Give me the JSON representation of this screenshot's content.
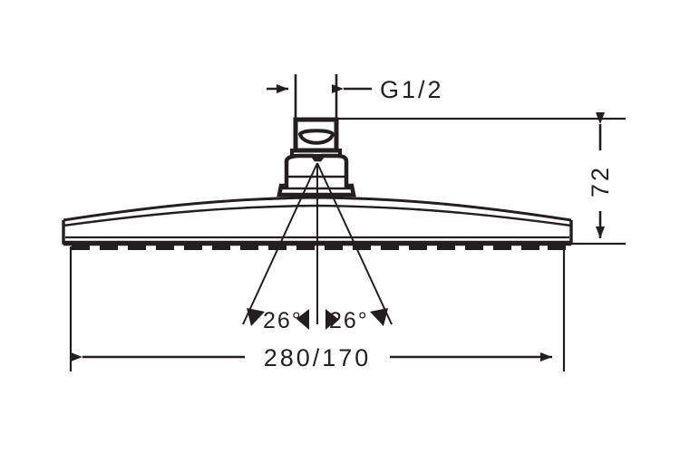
{
  "drawing": {
    "title": "Shower head technical dimension drawing",
    "line_color": "#231f20",
    "background_color": "#ffffff",
    "dimensions": {
      "thread": {
        "label": "G1/2",
        "name": "thread-size"
      },
      "height": {
        "label": "72",
        "name": "height-dimension",
        "orientation": "vertical"
      },
      "width": {
        "label": "280/170",
        "name": "width-dimension",
        "orientation": "horizontal"
      }
    },
    "angles": {
      "left": {
        "label": "26°"
      },
      "right": {
        "label": "26°"
      }
    }
  }
}
